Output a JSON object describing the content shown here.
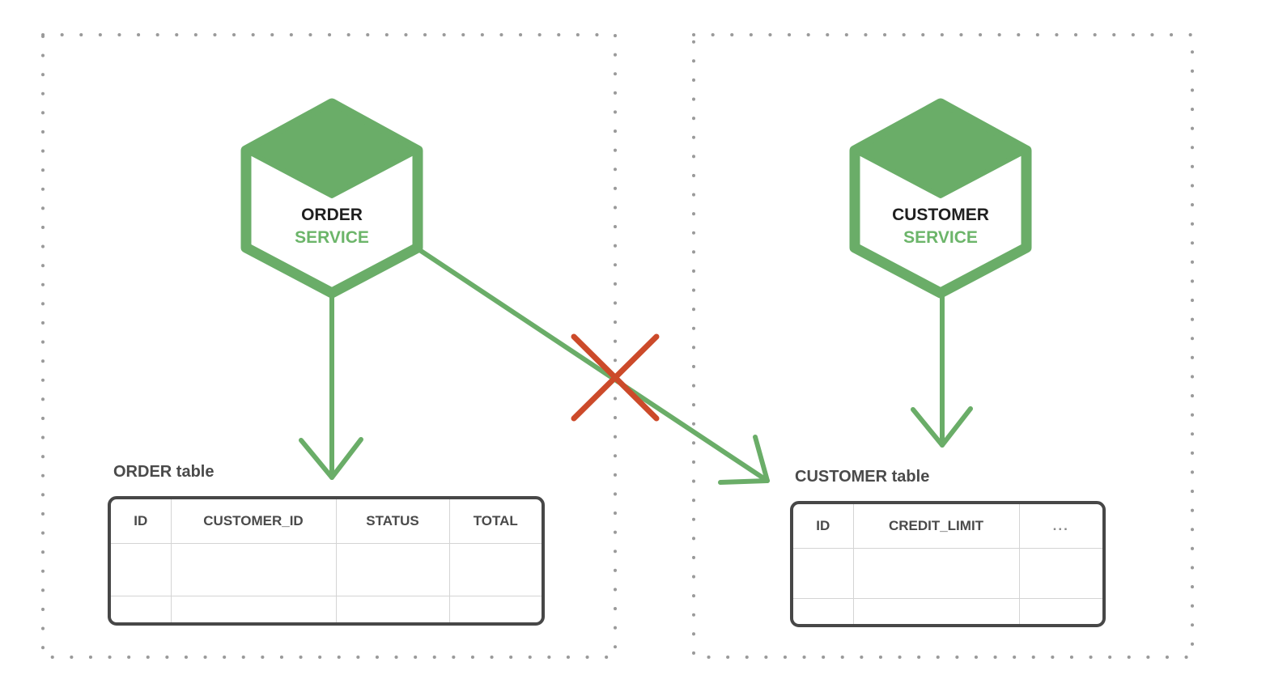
{
  "colors": {
    "green": "#6aad68",
    "green_text": "#6cb56a",
    "red_cross": "#cc4a2a",
    "table_border": "#474747",
    "dotted_border": "#9a9a9a"
  },
  "services": [
    {
      "name": "ORDER",
      "subtitle": "SERVICE",
      "icon": "cube-hexagon-icon"
    },
    {
      "name": "CUSTOMER",
      "subtitle": "SERVICE",
      "icon": "cube-hexagon-icon"
    }
  ],
  "tables": {
    "order": {
      "title": "ORDER table",
      "columns": [
        "ID",
        "CUSTOMER_ID",
        "STATUS",
        "TOTAL"
      ],
      "rows": [
        [
          "",
          "",
          "",
          ""
        ],
        [
          "",
          "",
          "",
          ""
        ]
      ]
    },
    "customer": {
      "title": "CUSTOMER table",
      "columns": [
        "ID",
        "CREDIT_LIMIT",
        "..."
      ],
      "rows": [
        [
          "",
          "",
          ""
        ],
        [
          "",
          "",
          ""
        ]
      ]
    }
  },
  "connections": [
    {
      "from": "ORDER SERVICE",
      "to": "ORDER table",
      "allowed": true
    },
    {
      "from": "CUSTOMER SERVICE",
      "to": "CUSTOMER table",
      "allowed": true
    },
    {
      "from": "ORDER SERVICE",
      "to": "CUSTOMER table",
      "allowed": false,
      "marker": "cross-icon"
    }
  ]
}
